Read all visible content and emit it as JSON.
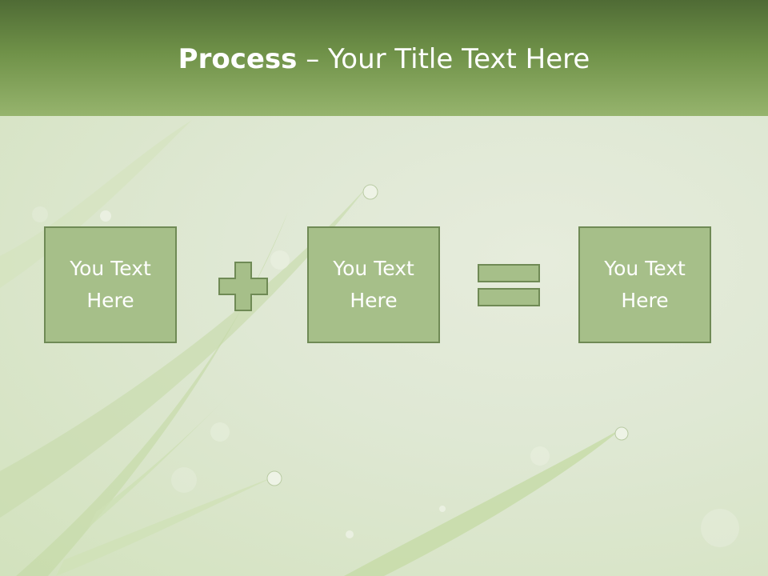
{
  "title": {
    "bold": "Process",
    "separator": " – ",
    "rest": "Your Title Text Here"
  },
  "boxes": [
    {
      "text": "You Text Here"
    },
    {
      "text": "You Text Here"
    },
    {
      "text": "You Text Here"
    }
  ],
  "operators": [
    "plus-icon",
    "equals-icon"
  ],
  "colors": {
    "header_dark": "#4f6b35",
    "header_light": "#96b46d",
    "box_fill": "#a6bf89",
    "box_border": "#6f8a55"
  }
}
